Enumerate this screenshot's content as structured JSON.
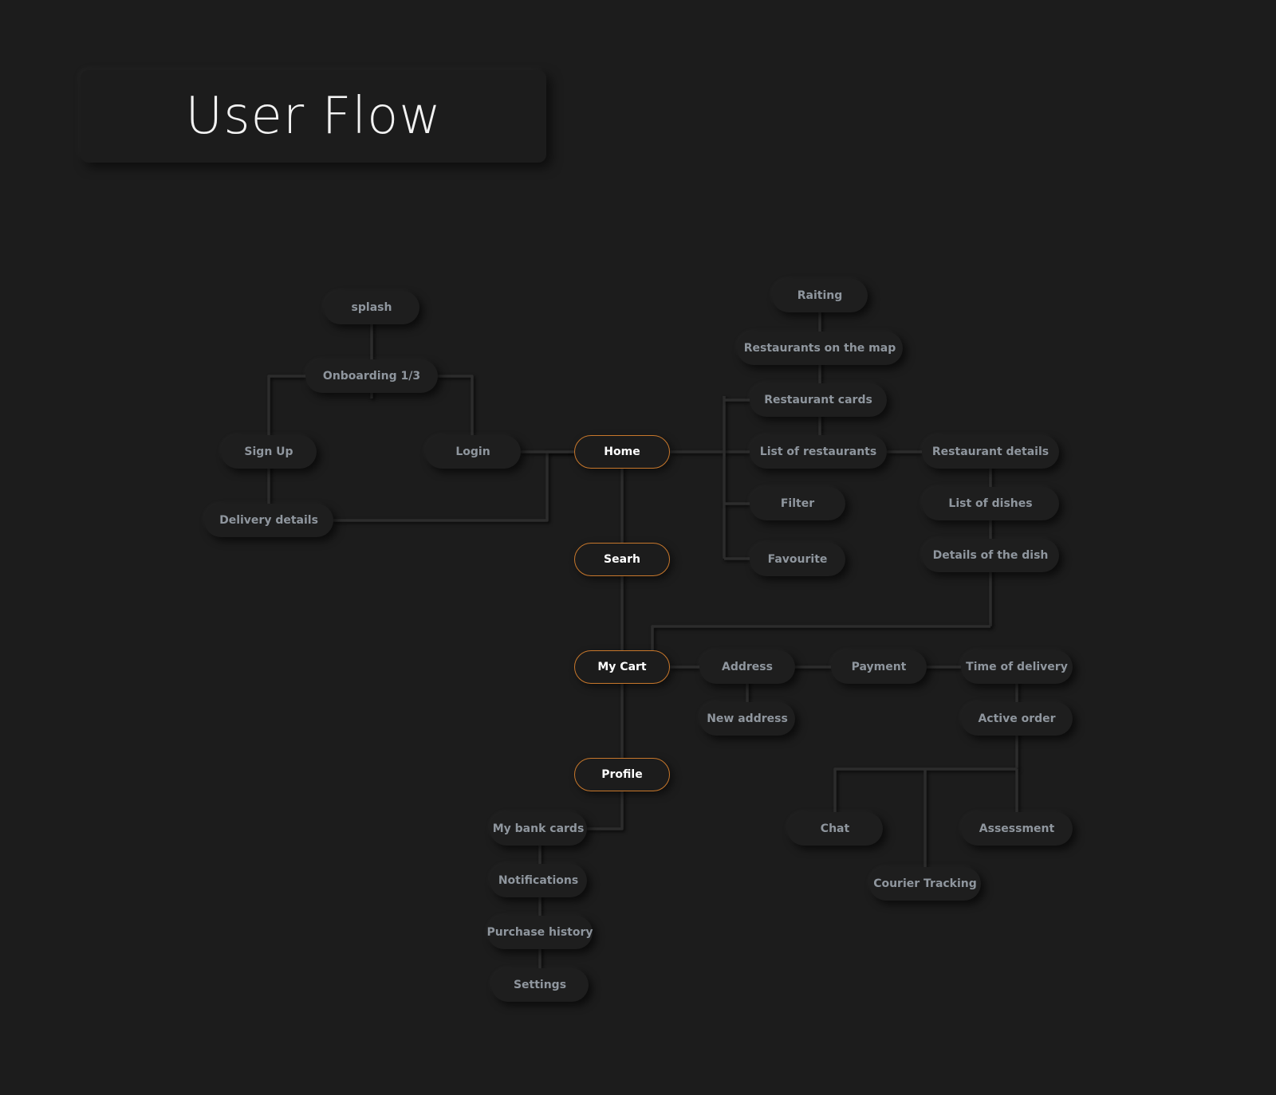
{
  "title": "User Flow",
  "colors": {
    "background": "#1c1c1c",
    "accent": "#c8782c",
    "node_text": "#8f969e"
  },
  "nodes": {
    "splash": "splash",
    "onboarding": "Onboarding 1/3",
    "sign_up": "Sign Up",
    "login": "Login",
    "delivery_details": "Delivery details",
    "home": "Home",
    "search": "Searh",
    "my_cart": "My Cart",
    "profile": "Profile",
    "raiting": "Raiting",
    "restaurants_on_map": "Restaurants on the map",
    "restaurant_cards": "Restaurant cards",
    "list_of_restaurants": "List of restaurants",
    "filter": "Filter",
    "favourite": "Favourite",
    "restaurant_details": "Restaurant details",
    "list_of_dishes": "List of dishes",
    "details_of_dish": "Details of the dish",
    "address": "Address",
    "new_address": "New address",
    "payment": "Payment",
    "time_of_delivery": "Time of delivery",
    "active_order": "Active order",
    "chat": "Chat",
    "assessment": "Assessment",
    "courier_tracking": "Courier Tracking",
    "my_bank_cards": "My bank cards",
    "notifications": "Notifications",
    "purchase_history": "Purchase history",
    "settings": "Settings"
  }
}
